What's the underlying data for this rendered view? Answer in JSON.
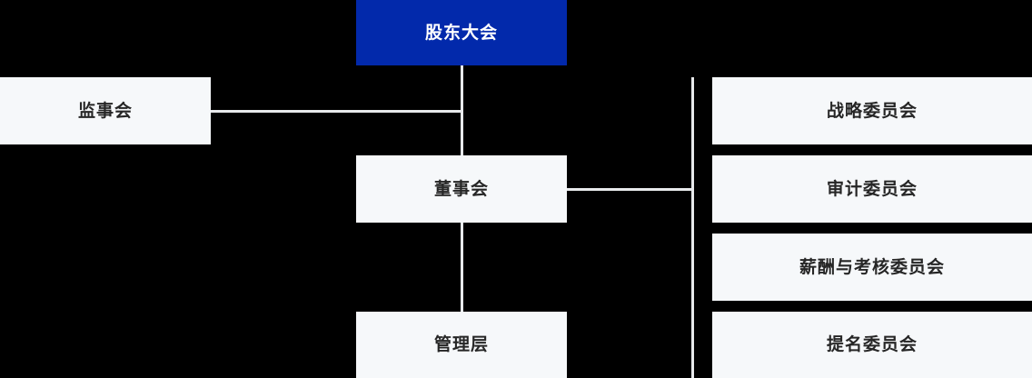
{
  "chart_data": {
    "type": "diagram",
    "title": "",
    "diagram_kind": "organizational-hierarchy",
    "colors": {
      "background": "#000000",
      "node_fill": "#f6f8fa",
      "node_text": "#262626",
      "primary_fill": "#0229ab",
      "primary_text": "#ffffff",
      "connector": "#e8eaec"
    },
    "nodes": [
      {
        "id": "shareholders",
        "label": "股东大会",
        "level": 0,
        "style": "primary"
      },
      {
        "id": "supervisors",
        "label": "监事会",
        "level": 1,
        "style": "light"
      },
      {
        "id": "board",
        "label": "董事会",
        "level": 1,
        "style": "light"
      },
      {
        "id": "management",
        "label": "管理层",
        "level": 2,
        "style": "light"
      },
      {
        "id": "strategy",
        "label": "战略委员会",
        "level": 2,
        "style": "light"
      },
      {
        "id": "audit",
        "label": "审计委员会",
        "level": 2,
        "style": "light"
      },
      {
        "id": "remuneration",
        "label": "薪酬与考核委员会",
        "level": 2,
        "style": "light"
      },
      {
        "id": "nomination",
        "label": "提名委员会",
        "level": 2,
        "style": "light"
      }
    ],
    "edges": [
      {
        "from": "shareholders",
        "to": "board"
      },
      {
        "from": "shareholders",
        "to": "supervisors"
      },
      {
        "from": "board",
        "to": "management"
      },
      {
        "from": "board",
        "to": "strategy"
      },
      {
        "from": "board",
        "to": "audit"
      },
      {
        "from": "board",
        "to": "remuneration"
      },
      {
        "from": "board",
        "to": "nomination"
      }
    ]
  },
  "chart": {
    "shareholders_label": "股东大会",
    "supervisors_label": "监事会",
    "board_label": "董事会",
    "management_label": "管理层",
    "strategy_label": "战略委员会",
    "audit_label": "审计委员会",
    "remuneration_label": "薪酬与考核委员会",
    "nomination_label": "提名委员会"
  }
}
